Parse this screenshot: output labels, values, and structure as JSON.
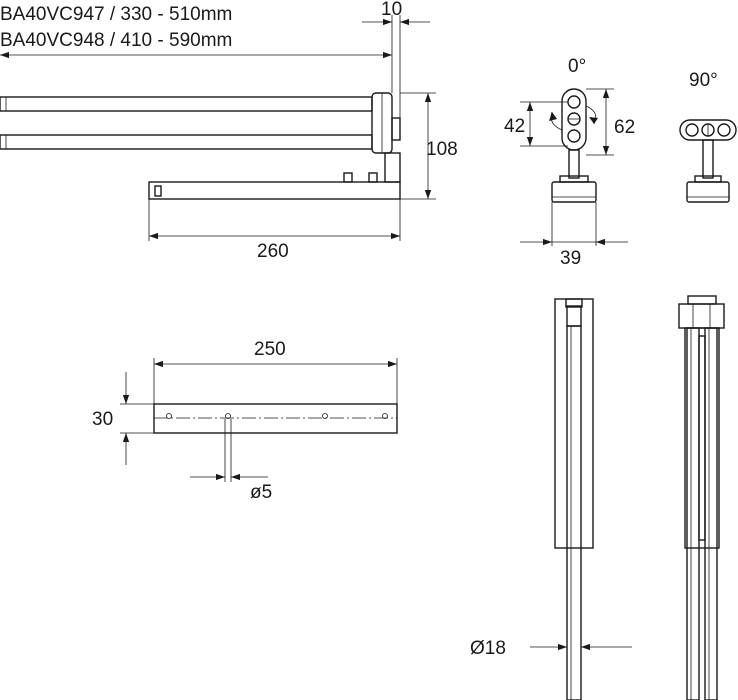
{
  "models": {
    "line1": "BA40VC947 / 330 - 510mm",
    "line2": "BA40VC948 / 410 - 590mm"
  },
  "dimensions": {
    "wall_offset": "10",
    "height": "108",
    "base_length": "260",
    "rotation_0": "0°",
    "rotation_90": "90°",
    "bracket_small": "42",
    "bracket_large": "62",
    "bracket_width": "39",
    "plate_length": "250",
    "plate_height": "30",
    "hole_diameter": "ø5",
    "bar_diameter": "Ø18"
  }
}
